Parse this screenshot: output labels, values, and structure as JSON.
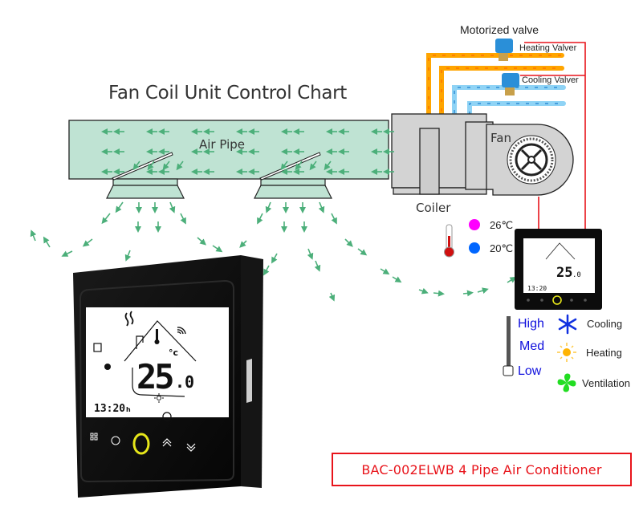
{
  "title": "Fan Coil Unit Control Chart",
  "labels": {
    "motorized_valve": "Motorized valve",
    "heating_valve": "Heating Valver",
    "cooling_valve": "Cooling Valver",
    "air_pipe": "Air Pipe",
    "fan": "Fan",
    "coiler": "Coiler"
  },
  "temperature_legend": [
    {
      "label": "26℃",
      "color": "#ff00ff"
    },
    {
      "label": "20℃",
      "color": "#0066ff"
    }
  ],
  "fan_speed": {
    "levels": [
      "High",
      "Med",
      "Low"
    ],
    "color": "#1010dd"
  },
  "modes": [
    {
      "label": "Cooling",
      "icon": "snowflake-icon",
      "color": "#1030e0"
    },
    {
      "label": "Heating",
      "icon": "sun-icon",
      "color": "#ffb300"
    },
    {
      "label": "Ventilation",
      "icon": "fan-icon",
      "color": "#22dd22"
    }
  ],
  "thermostat": {
    "temperature": "25",
    "decimal": ".0",
    "unit": "°c",
    "time": "13:20",
    "time_suffix": "h"
  },
  "product_name": "BAC-002ELWB 4 Pipe Air Conditioner",
  "colors": {
    "heating_pipe": "#ffa500",
    "cooling_pipe": "#8fd3f5",
    "air_arrow": "#4caf7a",
    "duct_fill": "#bfe3d3",
    "control_wire": "#e8141b",
    "ring_accent": "#e6e61a"
  }
}
